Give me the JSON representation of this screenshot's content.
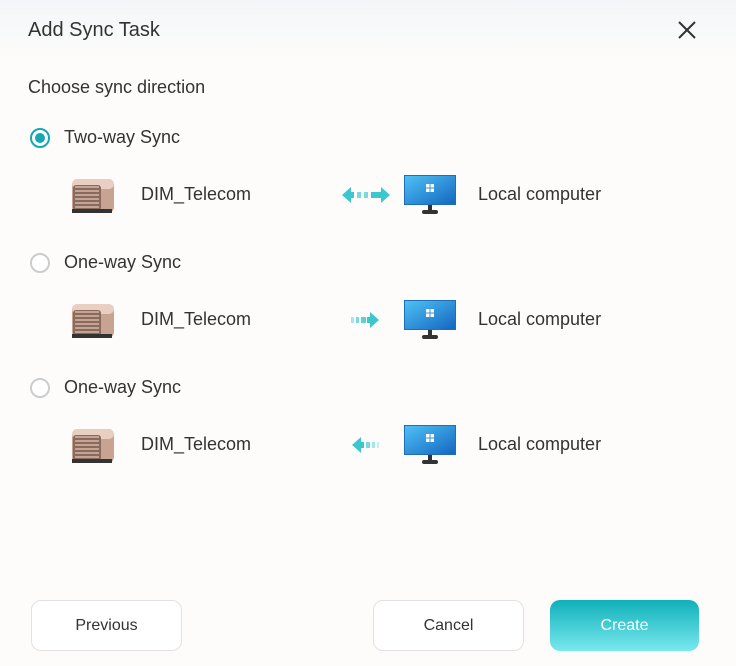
{
  "dialog": {
    "title": "Add Sync Task",
    "close_icon": "close-icon"
  },
  "subtitle": "Choose sync direction",
  "options": [
    {
      "label": "Two-way Sync",
      "selected": true,
      "source": "DIM_Telecom",
      "target": "Local computer",
      "direction": "both"
    },
    {
      "label": "One-way Sync",
      "selected": false,
      "source": "DIM_Telecom",
      "target": "Local computer",
      "direction": "to-local"
    },
    {
      "label": "One-way Sync",
      "selected": false,
      "source": "DIM_Telecom",
      "target": "Local computer",
      "direction": "to-nas"
    }
  ],
  "buttons": {
    "previous": "Previous",
    "cancel": "Cancel",
    "create": "Create"
  },
  "colors": {
    "accent": "#14a8b4"
  }
}
